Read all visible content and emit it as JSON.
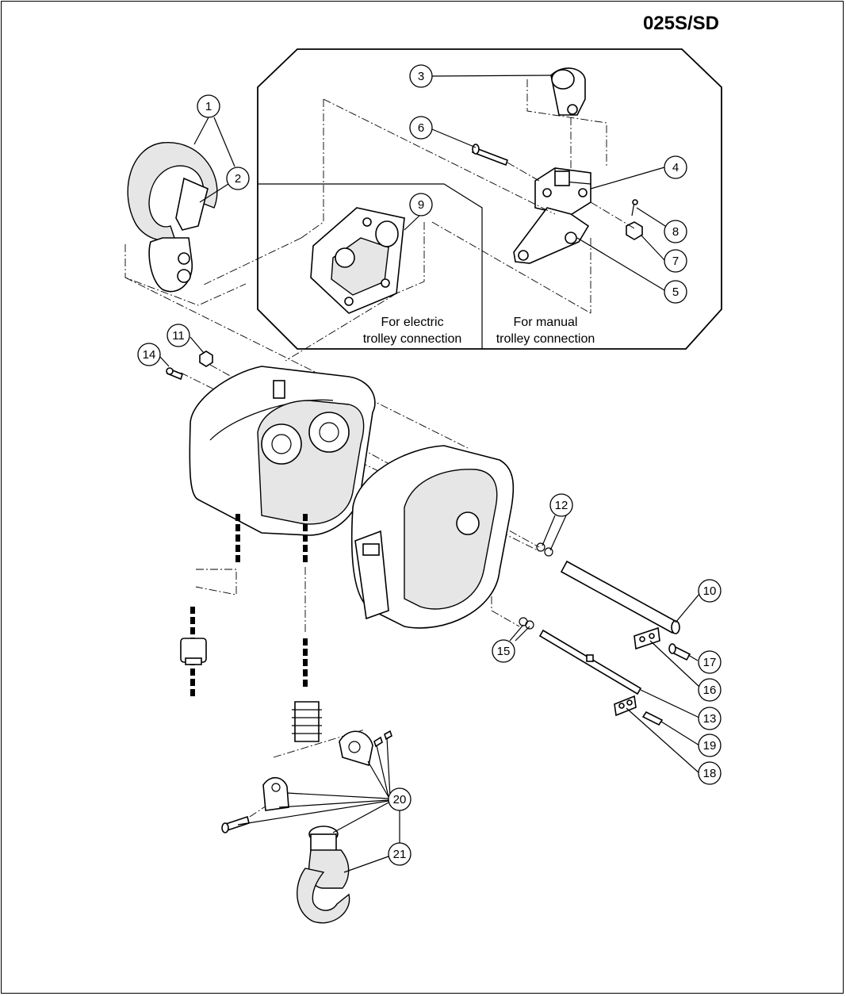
{
  "header": {
    "model": "025S/SD"
  },
  "inset": {
    "electric_caption": [
      "For electric",
      "trolley connection"
    ],
    "manual_caption": [
      "For manual",
      "trolley connection"
    ]
  },
  "callouts": {
    "c1": "1",
    "c2": "2",
    "c3": "3",
    "c4": "4",
    "c5": "5",
    "c6": "6",
    "c7": "7",
    "c8": "8",
    "c9": "9",
    "c10": "10",
    "c11": "11",
    "c12": "12",
    "c13": "13",
    "c14": "14",
    "c15": "15",
    "c16": "16",
    "c17": "17",
    "c18": "18",
    "c19": "19",
    "c20": "20",
    "c21": "21"
  }
}
